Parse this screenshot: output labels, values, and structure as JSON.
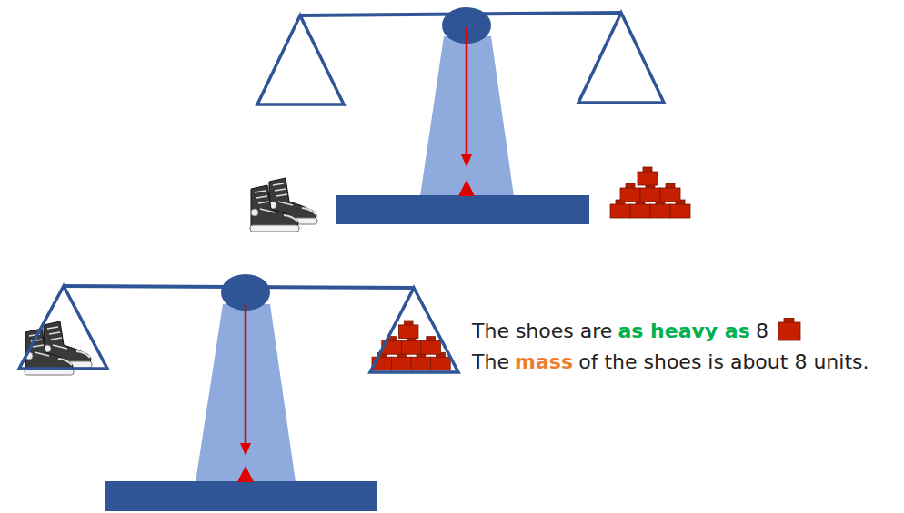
{
  "diagram": {
    "labels": [
      "The shoes are",
      "as heavy as",
      "8",
      "The",
      "mass",
      "of the shoes is about 8 units."
    ]
  }
}
